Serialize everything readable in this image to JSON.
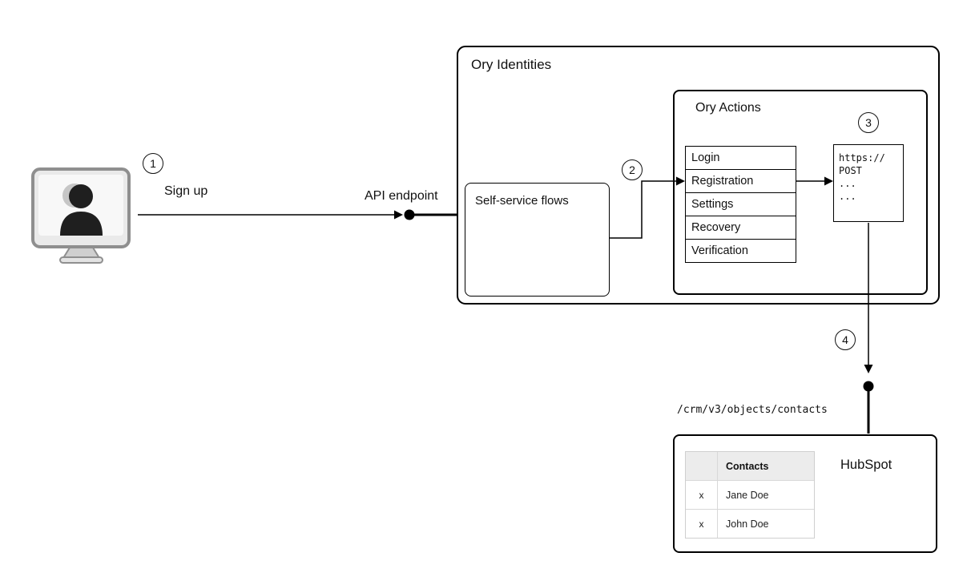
{
  "diagram": {
    "badges": {
      "step1": "1",
      "step2": "2",
      "step3": "3",
      "step4": "4"
    },
    "labels": {
      "sign_up": "Sign up",
      "api_endpoint": "API endpoint",
      "ory_identities": "Ory Identities",
      "self_service_flows": "Self-service flows",
      "ory_actions": "Ory Actions",
      "hubspot": "HubSpot",
      "crm_endpoint_path": "/crm/v3/objects/contacts"
    },
    "icons": {
      "user_computer": "user-computer-monitor-icon"
    },
    "flows": [
      "Login",
      "Registration",
      "Settings",
      "Recovery",
      "Verification"
    ],
    "webhook_code_lines": [
      "https://",
      "POST",
      "...",
      "..."
    ],
    "contacts_table": {
      "header": "Contacts",
      "rows": [
        {
          "mark": "x",
          "name": "Jane Doe"
        },
        {
          "mark": "x",
          "name": "John Doe"
        }
      ]
    }
  }
}
